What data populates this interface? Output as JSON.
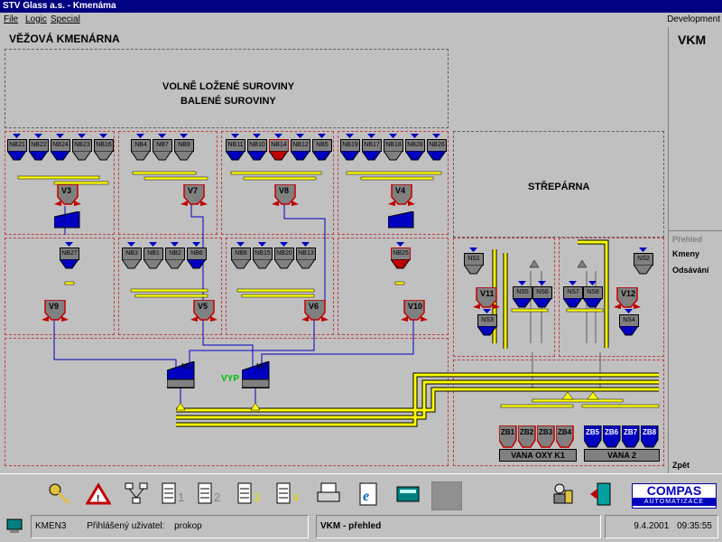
{
  "window": {
    "title": "STV Glass a.s. - Kmenáma"
  },
  "menu": {
    "items": [
      "File",
      "Logic",
      "Special"
    ],
    "right_label": "Development"
  },
  "page": {
    "title": "VĚŽOVÁ KMENÁRNA",
    "code": "VKM"
  },
  "top_box": {
    "line1": "VOLNĚ LOŽENÉ SUROVINY",
    "line2": "BALENÉ SUROVINY"
  },
  "strepatna": {
    "label": "STŘEPÁRNA"
  },
  "bins_row1": [
    {
      "label": "NB21",
      "color": "blue"
    },
    {
      "label": "NB22",
      "color": "blue"
    },
    {
      "label": "NB24",
      "color": "blue"
    },
    {
      "label": "NB23",
      "color": "grey"
    },
    {
      "label": "NB16",
      "color": "grey"
    },
    {
      "label": "NB4",
      "color": "grey"
    },
    {
      "label": "NB7",
      "color": "grey"
    },
    {
      "label": "NB9",
      "color": "grey"
    },
    {
      "label": "NB11",
      "color": "blue"
    },
    {
      "label": "NB10",
      "color": "blue"
    },
    {
      "label": "NB14",
      "color": "red"
    },
    {
      "label": "NB12",
      "color": "blue"
    },
    {
      "label": "NB5",
      "color": "blue"
    },
    {
      "label": "NB19",
      "color": "blue"
    },
    {
      "label": "NB17",
      "color": "blue"
    },
    {
      "label": "NB18",
      "color": "grey"
    },
    {
      "label": "NB28",
      "color": "blue"
    },
    {
      "label": "NB26",
      "color": "blue"
    }
  ],
  "bins_row2": [
    {
      "label": "NB27",
      "color": "blue"
    },
    {
      "label": "NB3",
      "color": "grey"
    },
    {
      "label": "NB1",
      "color": "grey"
    },
    {
      "label": "NB2",
      "color": "grey"
    },
    {
      "label": "NB6",
      "color": "blue"
    },
    {
      "label": "NB8",
      "color": "grey"
    },
    {
      "label": "NB15",
      "color": "grey"
    },
    {
      "label": "NB20",
      "color": "grey"
    },
    {
      "label": "NB13",
      "color": "grey"
    },
    {
      "label": "NB25",
      "color": "red"
    }
  ],
  "scales": [
    "V3",
    "V7",
    "V8",
    "V4",
    "V9",
    "V5",
    "V6",
    "V10",
    "V11",
    "V12"
  ],
  "ns_bins": [
    "NS1",
    "NS3",
    "NS5",
    "NS6",
    "NS7",
    "NS8",
    "NS2",
    "NS4"
  ],
  "mixers": {
    "m1": "M1",
    "m2": "M2",
    "status": "VYP"
  },
  "zb_red": [
    "ZB1",
    "ZB2",
    "ZB3",
    "ZB4"
  ],
  "zb_blue": [
    "ZB5",
    "ZB6",
    "ZB7",
    "ZB8"
  ],
  "furnaces": {
    "left": "VANA OXY K1",
    "right": "VANA 2"
  },
  "right_nav": {
    "prehled": "Přehled",
    "kmeny": "Kmeny",
    "odsavani": "Odsávání",
    "zpet": "Zpět"
  },
  "toolbar": {
    "icons": [
      "keys-icon",
      "alarm-icon",
      "network-icon",
      "report-1-icon",
      "report-2-icon",
      "report-3-icon",
      "report-4-icon",
      "printer-icon",
      "browser-icon",
      "calculator-icon",
      "blank-button",
      "users-icon",
      "exit-icon"
    ],
    "report_numbers": [
      "1",
      "2",
      "3",
      "4"
    ],
    "logo_line1": "COMPAS",
    "logo_line2": "AUTOMATIZACE"
  },
  "status": {
    "station": "KMEN3",
    "user_label": "Přihlášený uživatel:",
    "user": "prokop",
    "screen": "VKM - přehled",
    "date": "9.4.2001",
    "time": "09:35:55"
  }
}
